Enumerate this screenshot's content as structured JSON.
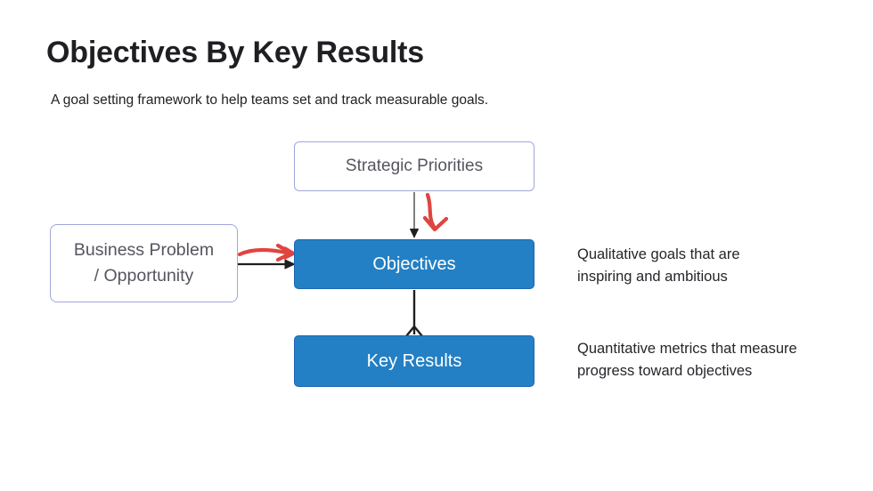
{
  "header": {
    "title": "Objectives By Key Results",
    "subtitle": "A goal setting framework to help teams set and track measurable goals."
  },
  "diagram": {
    "nodes": {
      "strategic_priorities": {
        "label": "Strategic Priorities",
        "style": "outline"
      },
      "business_problem": {
        "lines": [
          "Business Problem",
          "/ Opportunity"
        ],
        "style": "outline"
      },
      "objectives": {
        "label": "Objectives",
        "style": "filled"
      },
      "key_results": {
        "label": "Key Results",
        "style": "filled"
      }
    },
    "connectors": [
      {
        "from": "strategic_priorities",
        "to": "objectives",
        "style": "gray-line-black-arrowhead"
      },
      {
        "from": "business_problem",
        "to": "objectives",
        "style": "black-line-arrowhead"
      },
      {
        "from": "objectives",
        "to": "key_results",
        "style": "black-line-open-chevron"
      }
    ],
    "hand_drawn_marks": [
      {
        "name": "red-arrow-into-objectives-top",
        "shape": "curved-down-arrow",
        "color": "#e0443f"
      },
      {
        "name": "red-arrow-into-objectives-left",
        "shape": "wavy-right-arrow",
        "color": "#e0443f"
      }
    ],
    "annotations": {
      "objectives": {
        "lines": [
          "Qualitative goals that are",
          "inspiring and ambitious"
        ]
      },
      "key_results": {
        "lines": [
          "Quantitative metrics that measure",
          "progress toward objectives"
        ]
      }
    },
    "colors": {
      "node_fill_blue": "#2380c4",
      "node_border_blue": "#1c66b0",
      "node_border_light": "#a0a7da",
      "node_text_gray": "#55555f",
      "node_text_white": "#ffffff",
      "arrow_black": "#1f1f1f",
      "arrow_gray": "#6a6a6a",
      "arrow_red": "#e0443f",
      "title_color": "#1f1f23",
      "background": "#ffffff"
    }
  }
}
